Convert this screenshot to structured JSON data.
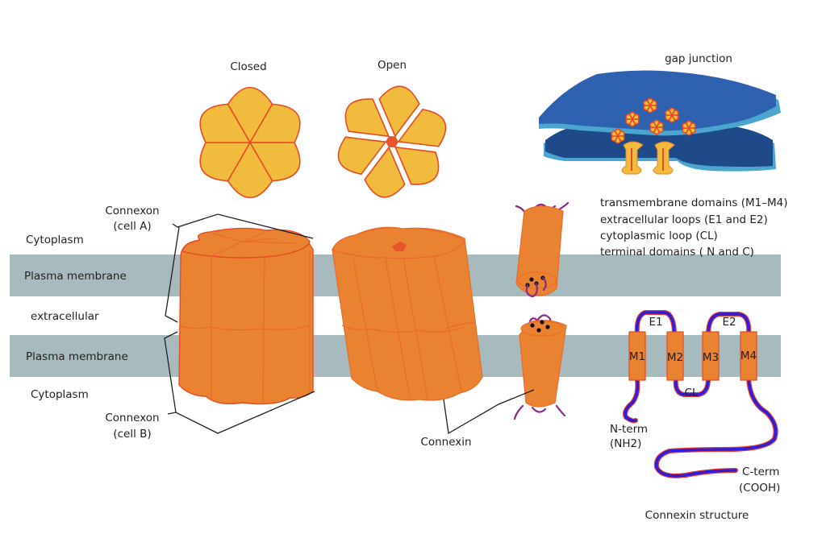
{
  "title_labels": {
    "closed": "Closed",
    "open": "Open",
    "gap_junction": "gap junction"
  },
  "left_labels": {
    "cytoplasm_top": "Cytoplasm",
    "plasma_membrane_top": "Plasma membrane",
    "extracellular": "extracellular",
    "plasma_membrane_bottom": "Plasma membrane",
    "cytoplasm_bottom": "Cytoplasm",
    "connexon_a_line1": "Connexon",
    "connexon_a_line2": "(cell A)",
    "connexon_b_line1": "Connexon",
    "connexon_b_line2": "(cell B)"
  },
  "connexin_label": "Connexin",
  "legend": [
    "transmembrane domains (M1–M4)",
    "extracellular loops (E1 and E2)",
    "cytoplasmic loop (CL)",
    "terminal domains ( N and C)"
  ],
  "topology": {
    "segments": [
      "M1",
      "M2",
      "M3",
      "M4"
    ],
    "e1": "E1",
    "e2": "E2",
    "cl": "CL",
    "n_term_line1": "N-term",
    "n_term_line2": "(NH2)",
    "c_term_line1": "C-term",
    "c_term_line2": "(COOH)",
    "caption": "Connexin structure"
  },
  "colors": {
    "membrane": "#a7bbbf",
    "connexin_orange": "#e98231",
    "outline_red": "#e84a24",
    "petal_yellow": "#f1bc3d",
    "gap_blue": "#2e62b0",
    "gap_blue_dark": "#1f4a8a",
    "gap_edge": "#4aa6cf",
    "chain_blue": "#2a1ee0",
    "loop_purple": "#8a2a8a"
  }
}
